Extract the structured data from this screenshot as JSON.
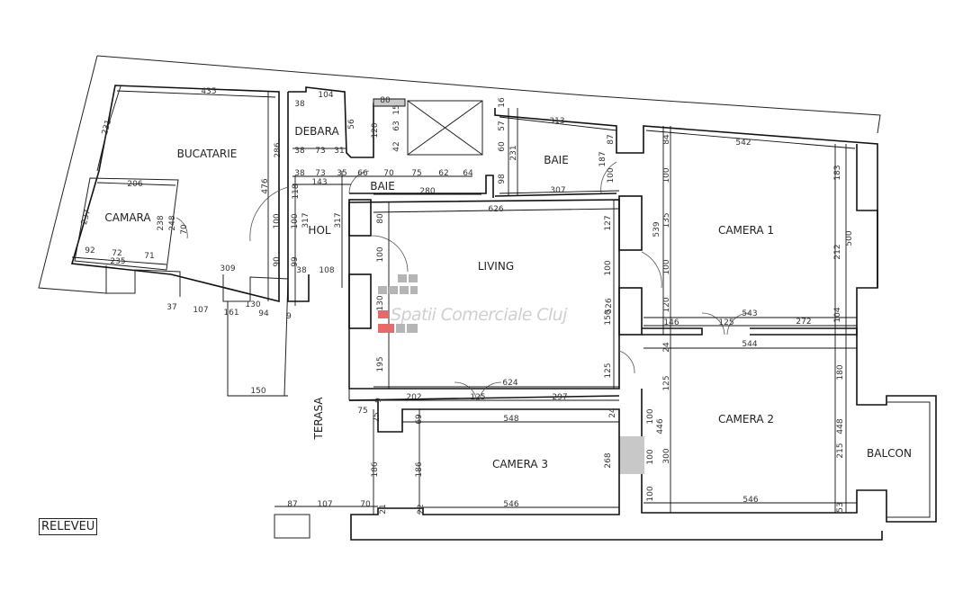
{
  "title": "RELEVEU",
  "watermark": "Spatii Comerciale Cluj",
  "rooms": [
    "BUCATARIE",
    "DEBARA",
    "BAIE",
    "BAIE",
    "HOL",
    "CAMARA",
    "LIVING",
    "CAMERA 1",
    "CAMERA 2",
    "CAMERA 3",
    "BALCON",
    "TERASA"
  ],
  "dimensions": [
    "435",
    "231",
    "286",
    "476",
    "104",
    "38",
    "56",
    "38",
    "73",
    "31",
    "38",
    "73",
    "35",
    "66",
    "70",
    "75",
    "62",
    "64",
    "143",
    "118",
    "280",
    "307",
    "626",
    "80",
    "120",
    "63",
    "42",
    "15",
    "16",
    "57",
    "60",
    "231",
    "98",
    "313",
    "87",
    "187",
    "100",
    "206",
    "237",
    "238",
    "248",
    "70",
    "92",
    "72",
    "71",
    "235",
    "309",
    "100",
    "100",
    "317",
    "317",
    "90",
    "99",
    "38",
    "108",
    "37",
    "107",
    "161",
    "130",
    "94",
    "9",
    "150",
    "80",
    "100",
    "130",
    "195",
    "127",
    "100",
    "526",
    "150",
    "125",
    "539",
    "100",
    "135",
    "100",
    "120",
    "84",
    "542",
    "183",
    "212",
    "500",
    "104",
    "543",
    "146",
    "125",
    "272",
    "544",
    "24",
    "180",
    "125",
    "448",
    "215",
    "53",
    "100",
    "446",
    "300",
    "100",
    "100",
    "546",
    "624",
    "202",
    "125",
    "297",
    "9",
    "75",
    "25",
    "69",
    "548",
    "24",
    "186",
    "186",
    "268",
    "87",
    "107",
    "70",
    "21",
    "22",
    "546"
  ],
  "colors": {
    "wall": "#111111",
    "watermark_red": "#e66a6a",
    "watermark_grey": "#b5b5b5",
    "fill_grey": "#c8c8c8"
  }
}
